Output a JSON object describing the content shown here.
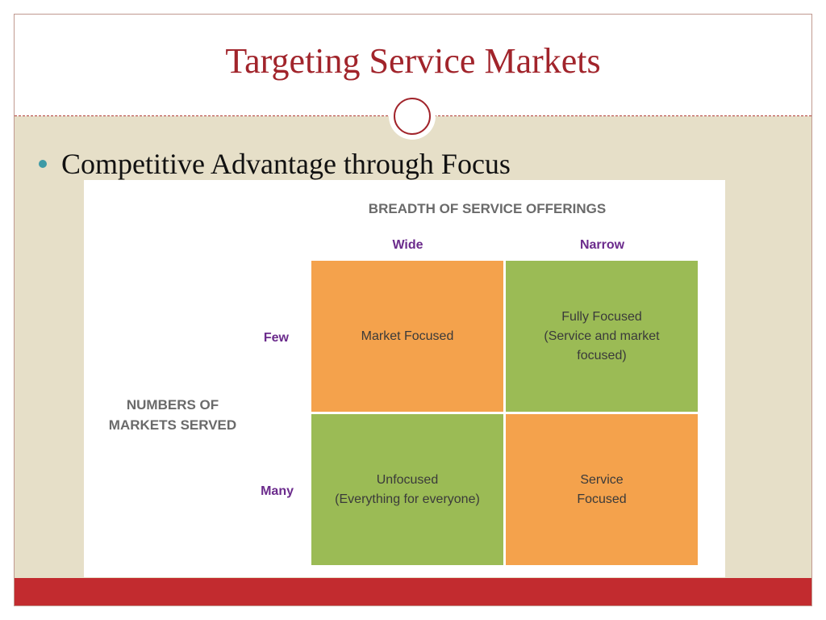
{
  "slide": {
    "title": "Targeting Service Markets",
    "bullet": "Competitive Advantage through Focus"
  },
  "diagram": {
    "top_axis_label": "BREADTH OF SERVICE OFFERINGS",
    "side_axis_label": "NUMBERS OF\nMARKETS SERVED",
    "columns": [
      "Wide",
      "Narrow"
    ],
    "rows": [
      "Few",
      "Many"
    ],
    "cells": [
      [
        "Market Focused",
        "Fully Focused\n(Service and market\nfocused)"
      ],
      [
        "Unfocused\n(Everything for everyone)",
        "Service\nFocused"
      ]
    ],
    "colors": {
      "orange": "#f4a24c",
      "green": "#9bbb55",
      "axis_label": "#6a6a6a",
      "header_label": "#6b2b8c"
    }
  },
  "theme": {
    "title_color": "#a1242b",
    "footer_color": "#c22b2f",
    "bullet_color": "#3d9aa6",
    "background": "#e6dfc8"
  }
}
